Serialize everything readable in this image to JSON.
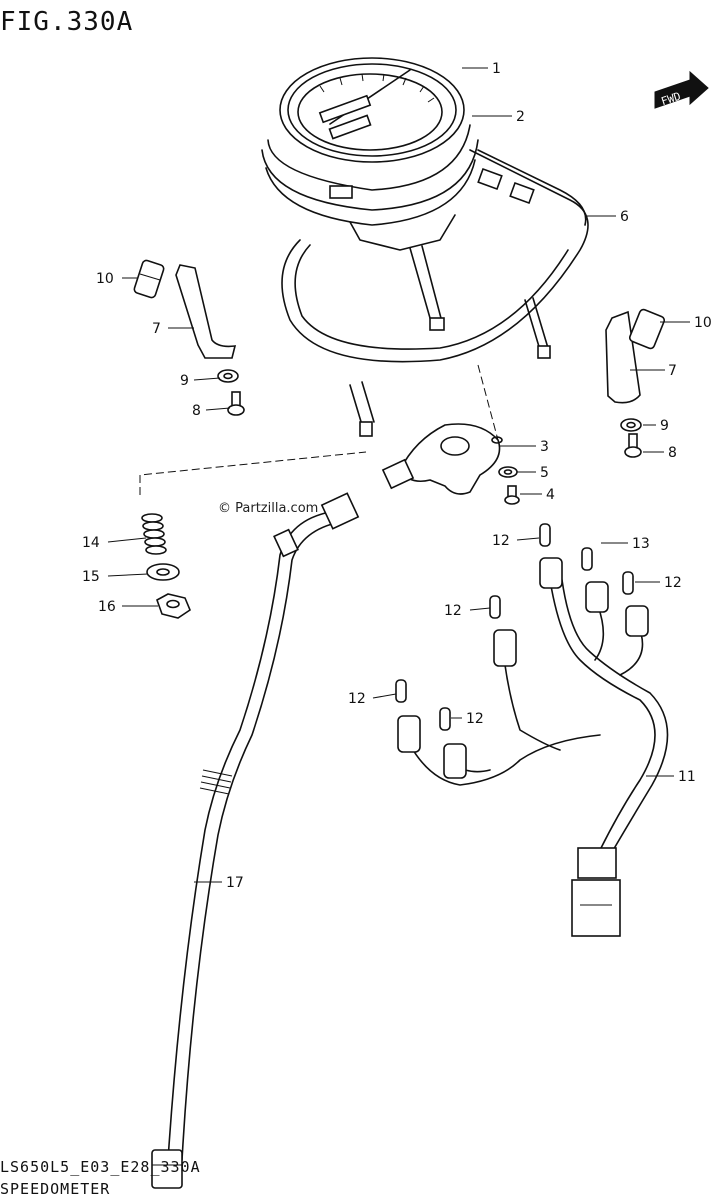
{
  "figure": {
    "title": "FIG.330A",
    "code": "LS650L5_E03_E28_330A",
    "name": "SPEEDOMETER",
    "watermark": "© Partzilla.com",
    "fwd_label": "FWD"
  },
  "callouts": [
    {
      "id": "c1",
      "label": "1"
    },
    {
      "id": "c2",
      "label": "2"
    },
    {
      "id": "c6",
      "label": "6"
    },
    {
      "id": "c10l",
      "label": "10"
    },
    {
      "id": "c7l",
      "label": "7"
    },
    {
      "id": "c9l",
      "label": "9"
    },
    {
      "id": "c8l",
      "label": "8"
    },
    {
      "id": "c10r",
      "label": "10"
    },
    {
      "id": "c7r",
      "label": "7"
    },
    {
      "id": "c9r",
      "label": "9"
    },
    {
      "id": "c8r",
      "label": "8"
    },
    {
      "id": "c3",
      "label": "3"
    },
    {
      "id": "c5",
      "label": "5"
    },
    {
      "id": "c4",
      "label": "4"
    },
    {
      "id": "c14",
      "label": "14"
    },
    {
      "id": "c15",
      "label": "15"
    },
    {
      "id": "c16",
      "label": "16"
    },
    {
      "id": "c12a",
      "label": "12"
    },
    {
      "id": "c13",
      "label": "13"
    },
    {
      "id": "c12b",
      "label": "12"
    },
    {
      "id": "c12c",
      "label": "12"
    },
    {
      "id": "c12d",
      "label": "12"
    },
    {
      "id": "c12e",
      "label": "12"
    },
    {
      "id": "c11",
      "label": "11"
    },
    {
      "id": "c17",
      "label": "17"
    }
  ]
}
